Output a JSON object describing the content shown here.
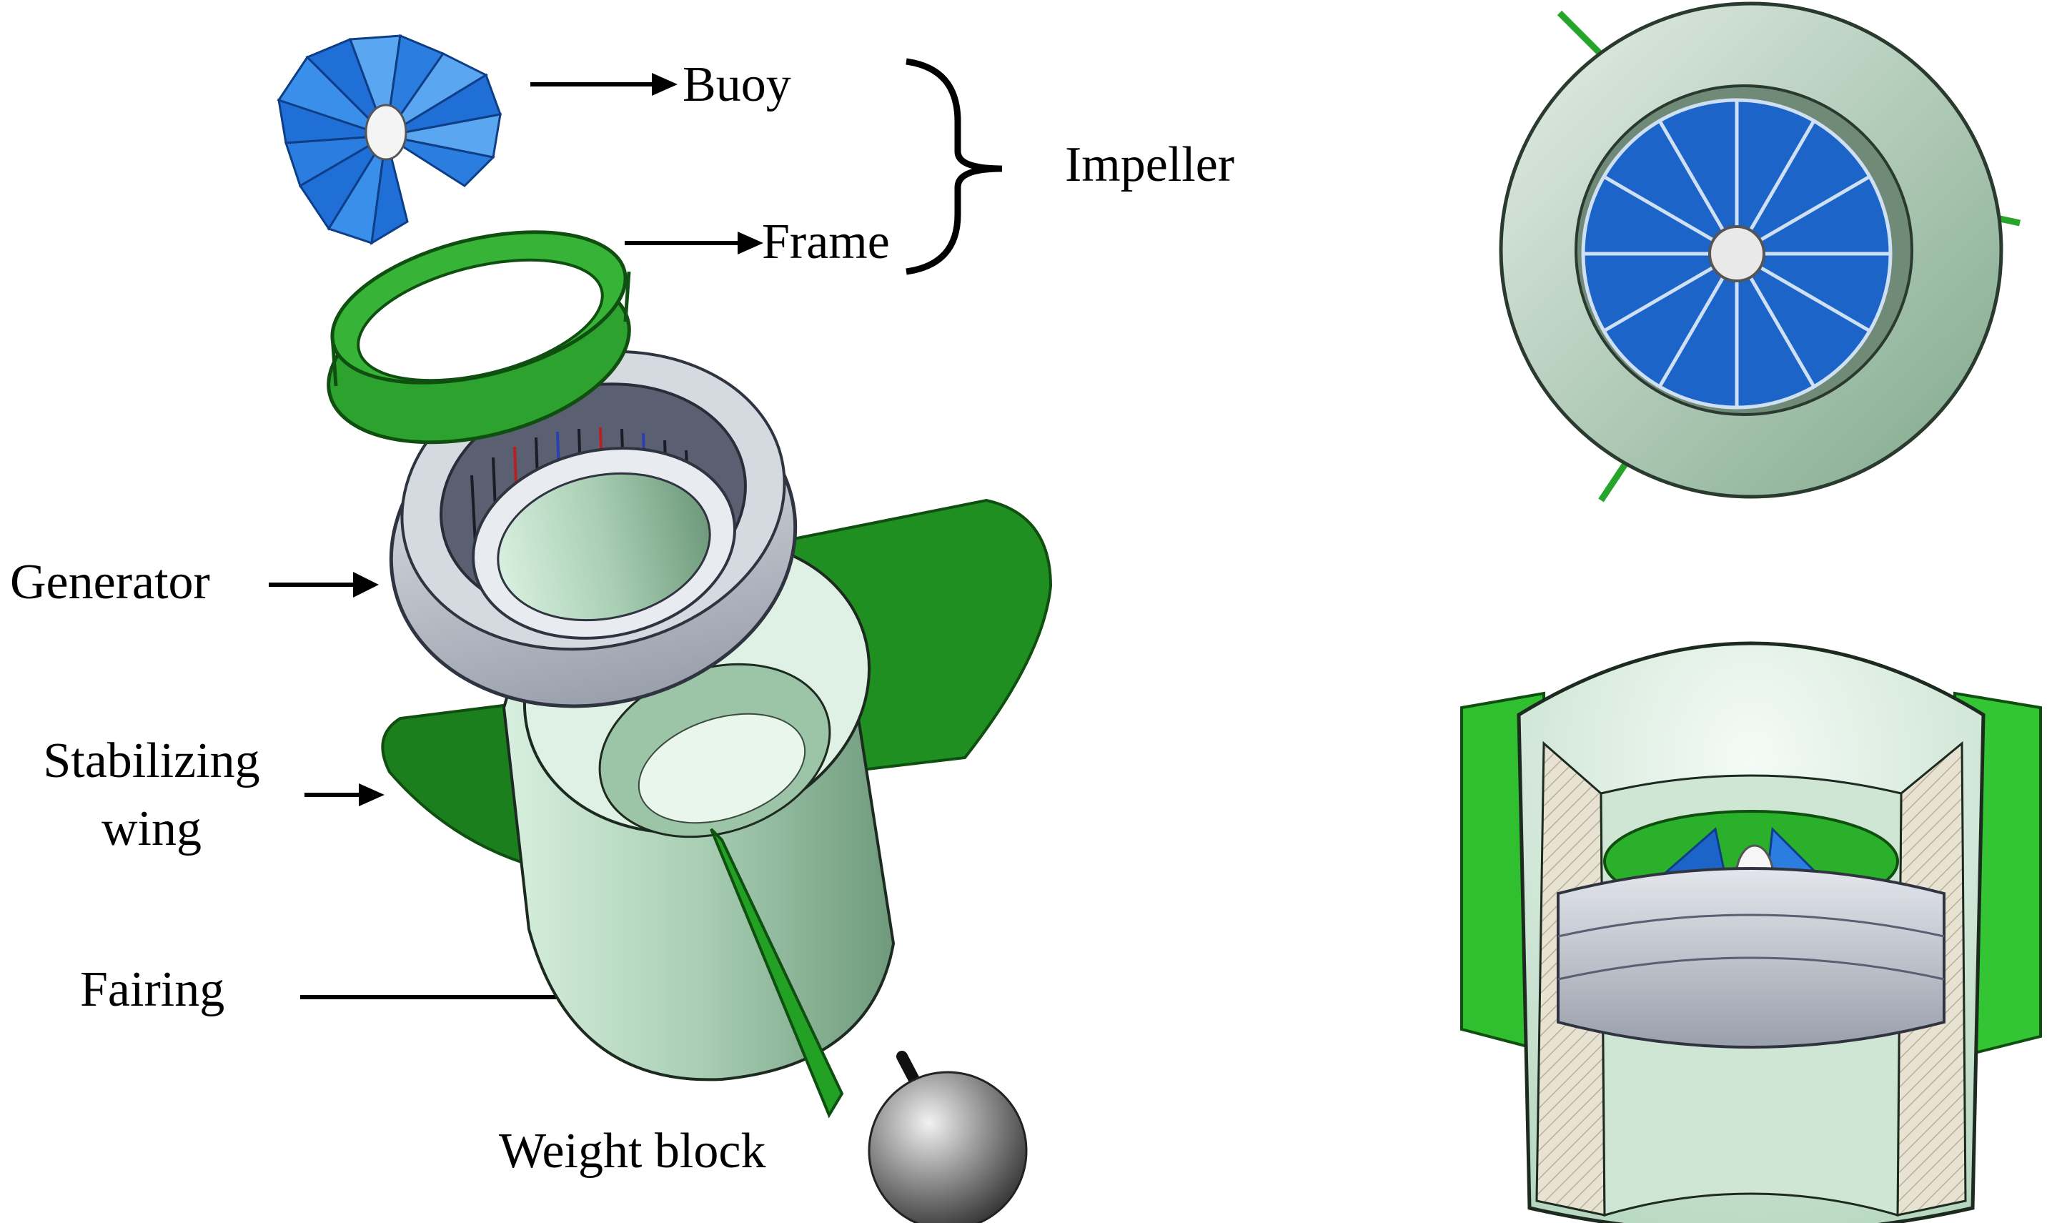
{
  "labels": {
    "buoy": "Buoy",
    "frame": "Frame",
    "impeller": "Impeller",
    "generator": "Generator",
    "stabilizing_wing_line1": "Stabilizing",
    "stabilizing_wing_line2": "wing",
    "fairing": "Fairing",
    "weight_block": "Weight block"
  },
  "colors": {
    "blade_blue": "#1f6fd6",
    "blade_light": "#5aa6f0",
    "frame_green": "#2aa52a",
    "wing_green": "#1e8a1e",
    "fairing_mint": "#b9dcc3",
    "generator_gray": "#c9cdd6",
    "weight_gray": "#7a7a7a",
    "text": "#000000"
  },
  "icons": [
    "buoy-icon",
    "frame-icon",
    "generator-icon",
    "fairing-icon",
    "stabilizing-wing-icon",
    "weight-block-icon",
    "assembled-top-view-icon",
    "assembled-cutaway-view-icon"
  ]
}
